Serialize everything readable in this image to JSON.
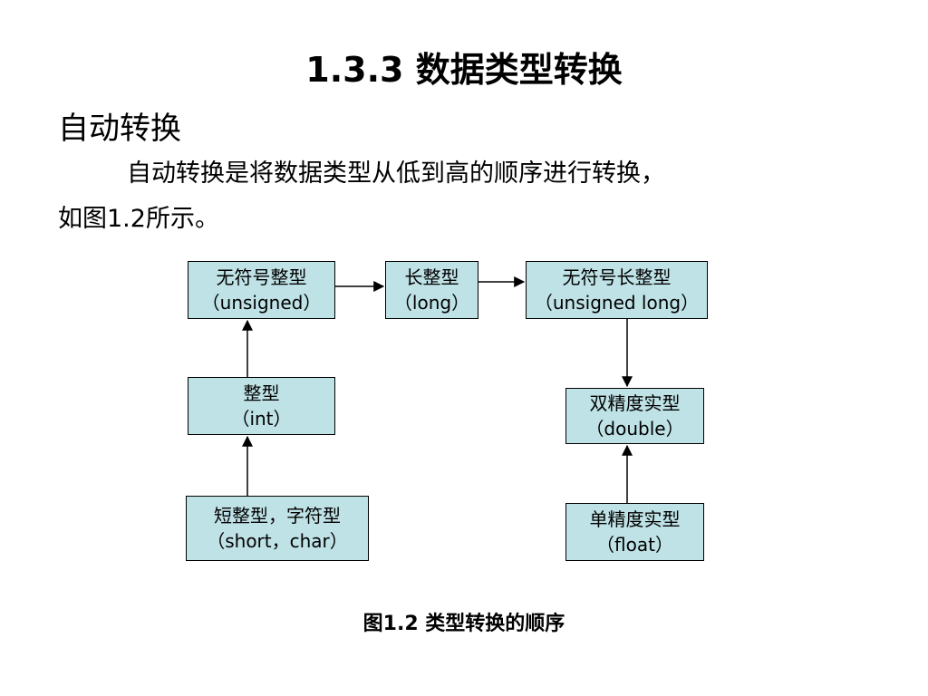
{
  "title": "1.3.3 数据类型转换",
  "subheading": "自动转换",
  "paragraph": {
    "line1": "自动转换是将数据类型从低到高的顺序进行转换，",
    "line2": "如图1.2所示。"
  },
  "diagram": {
    "unsigned": {
      "name": "无符号整型",
      "type": "（unsigned）"
    },
    "long": {
      "name": "长整型",
      "type": "（long）"
    },
    "unsigned_long": {
      "name": "无符号长整型",
      "type": "（unsigned long）"
    },
    "int": {
      "name": "整型",
      "type": "（int）"
    },
    "short_char": {
      "name": "短整型，字符型",
      "type": "（short，char）"
    },
    "double": {
      "name": "双精度实型",
      "type": "（double）"
    },
    "float": {
      "name": "单精度实型",
      "type": "（float）"
    }
  },
  "caption": "图1.2 类型转换的顺序"
}
